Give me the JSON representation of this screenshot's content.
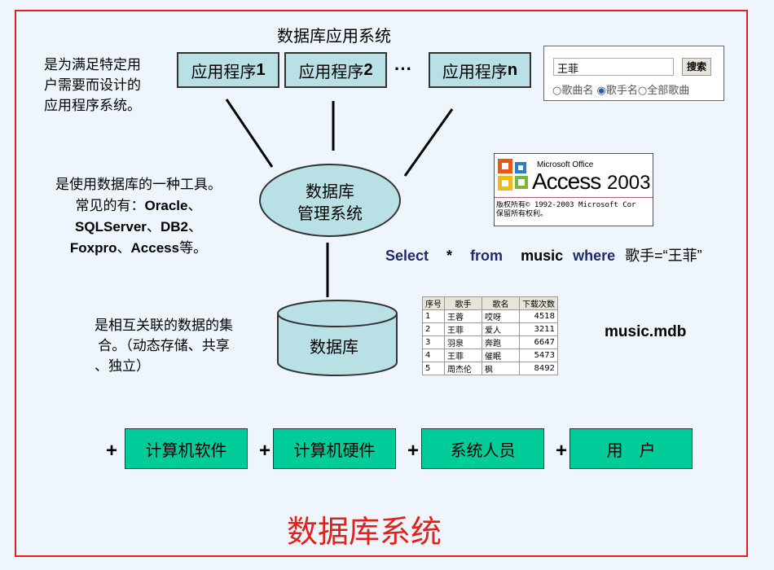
{
  "title": "数据库应用系统",
  "apps": [
    {
      "name": "应用程序",
      "num": "1"
    },
    {
      "name": "应用程序",
      "num": "2"
    },
    {
      "name": "应用程序",
      "num": "n"
    }
  ],
  "ellipsis": "···",
  "app_desc": [
    "是为满足特定用",
    "户需要而设计的",
    "应用程序系统。"
  ],
  "search": {
    "value": "王菲",
    "button": "搜索",
    "options": [
      "歌曲名",
      "歌手名",
      "全部歌曲"
    ],
    "selected": 1
  },
  "dbms": {
    "line1": "数据库",
    "line2": "管理系统"
  },
  "dbms_desc": {
    "line1": "是使用数据库的一种工具。",
    "line2_prefix": "常见的有：",
    "line2_bold": "Oracle",
    "line2_suffix": "、",
    "line3_bold": "SQLServer",
    "line3_mid": "、",
    "line3_bold2": "DB2",
    "line3_suffix": "、",
    "line4_bold": "Foxpro",
    "line4_mid": "、",
    "line4_bold2": "Access",
    "line4_suffix": "等。"
  },
  "access_logo": {
    "brand": "Microsoft Office",
    "product": "Access",
    "version": "2003",
    "copyright1": "版权所有© 1992-2003 Microsoft Cor",
    "copyright2": "保留所有权利。"
  },
  "sql": {
    "select": "Select",
    "star": "*",
    "from": "from",
    "table": "music",
    "where": "where",
    "cond": "歌手=“王菲”"
  },
  "db": {
    "label": "数据库",
    "desc": [
      "是相互关联的数据的集",
      "合。（动态存储、共享",
      "、独立）"
    ]
  },
  "table": {
    "headers": [
      "序号",
      "歌手",
      "歌名",
      "下载次数"
    ],
    "rows": [
      [
        "1",
        "王蓉",
        "哎呀",
        "4518"
      ],
      [
        "2",
        "王菲",
        "爱人",
        "3211"
      ],
      [
        "3",
        "羽泉",
        "奔跑",
        "6647"
      ],
      [
        "4",
        "王菲",
        "催眠",
        "5473"
      ],
      [
        "5",
        "周杰伦",
        "枫",
        "8492"
      ]
    ]
  },
  "file": "music.mdb",
  "components": [
    "计算机软件",
    "计算机硬件",
    "系统人员",
    "用　户"
  ],
  "plus": "+",
  "footer": "数据库系统"
}
